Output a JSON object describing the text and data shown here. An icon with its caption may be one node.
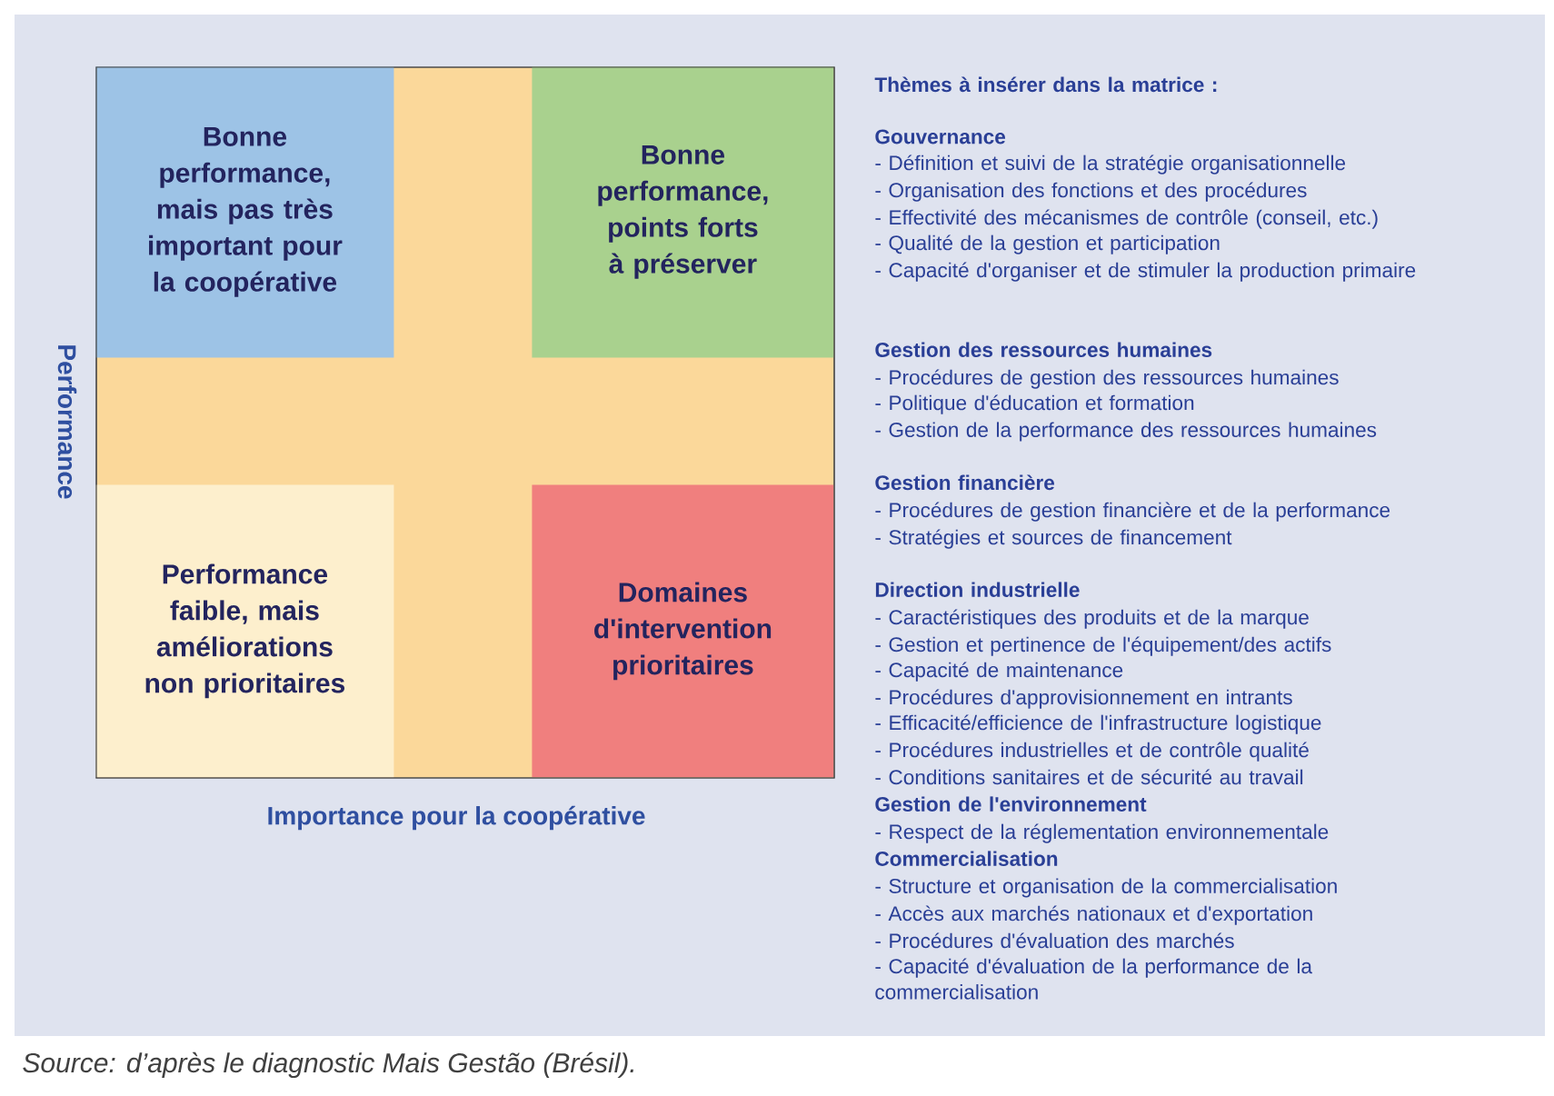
{
  "diagram": {
    "caption": "Source: d’après le diagnostic Mais Gestão (Brésil).",
    "nodes": [
      {
        "text": [],
        "shape": "box"
      },
      {
        "text": [
          "Bonne performance, mais pas très important pour la coopérative"
        ],
        "in": 0
      },
      {
        "text": [
          "Bonne performance, points forts à préserver"
        ],
        "in": 0
      },
      {
        "text": [
          "Performance faible, mais améliorations non prioritaires"
        ],
        "in": 0
      },
      {
        "text": [
          "Domaines d'intervention prioritaires"
        ],
        "in": 0
      }
    ],
    "edges": [],
    "labels": [
      "Performance",
      "Importance pour la coopérative",
      "Thèmes à insérer dans la matrice :",
      "Gouvernance",
      "- Définition et suivi de la stratégie organisationnelle",
      "- Organisation des fonctions et des procédures",
      "- Effectivité des mécanismes de contrôle (conseil, etc.)",
      "- Qualité de la gestion et participation",
      "- Capacité d'organiser et de stimuler la production primaire",
      "Gestion des ressources humaines",
      "- Procédures de gestion des ressources humaines",
      "- Politique d'éducation et formation",
      "- Gestion de la performance des ressources humaines",
      "Gestion financière",
      "- Procédures de gestion financière et de la performance",
      "- Stratégies et sources de financement",
      "Direction industrielle",
      "- Caractéristiques des produits et de la marque",
      "- Gestion et pertinence de l'équipement/des actifs",
      "- Capacité de maintenance",
      "- Procédures d'approvisionnement en intrants",
      "- Efficacité/efficience de l'infrastructure logistique",
      "- Procédures industrielles et de contrôle qualité",
      "- Conditions sanitaires et de sécurité au travail",
      "Gestion de l'environnement",
      "- Respect de la réglementation environnementale",
      "Commercialisation",
      "- Structure et organisation de la commercialisation",
      "- Accès aux marchés nationaux et d'exportation",
      "- Procédures d'évaluation des marchés",
      "- Capacité d'évaluation de la performance de la commercialisation"
    ]
  }
}
